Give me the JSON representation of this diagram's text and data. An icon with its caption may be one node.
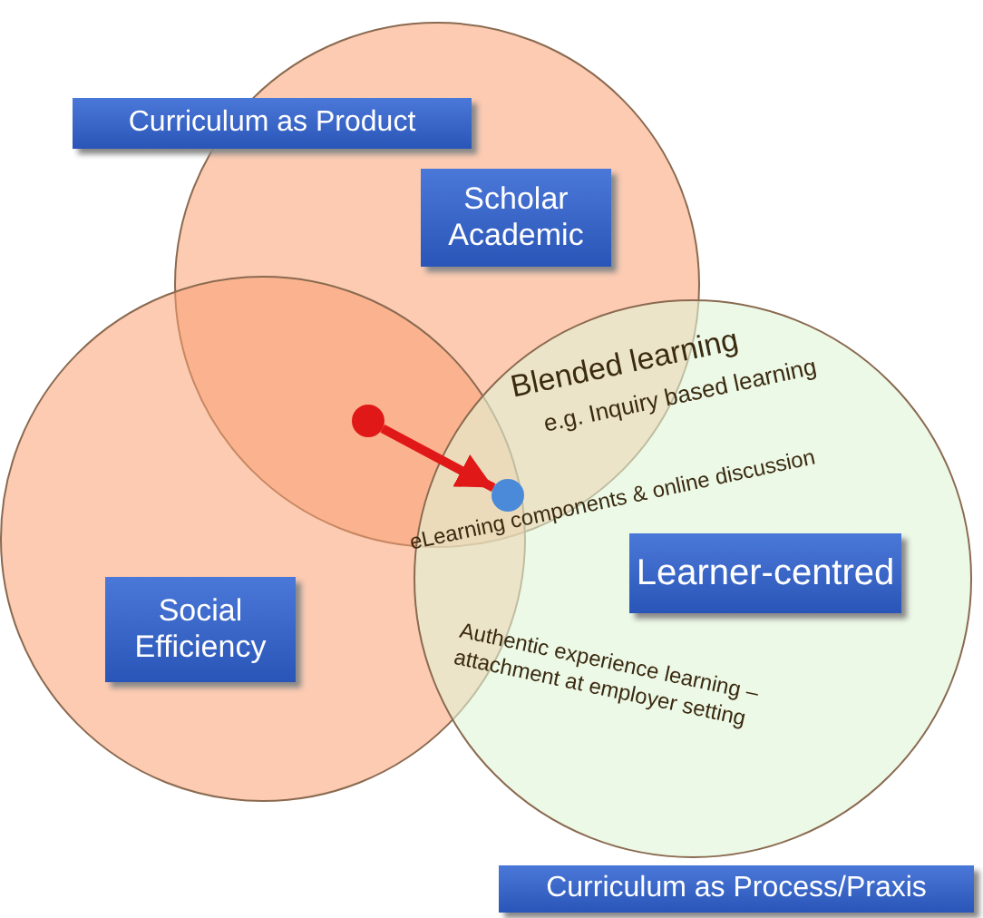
{
  "diagram": {
    "nodes": [
      {
        "text": [],
        "shape": "circle"
      },
      {
        "text": [],
        "shape": "circle"
      },
      {
        "text": [],
        "shape": "circle"
      },
      {
        "text": [
          "Curriculum as Product"
        ]
      },
      {
        "text": [
          "Scholar Academic"
        ],
        "in": 0
      },
      {
        "text": [
          "Social Efficiency"
        ],
        "in": 1
      },
      {
        "text": [
          "Learner-centred"
        ],
        "in": 2
      },
      {
        "text": [
          "Curriculum as Process/Praxis"
        ]
      },
      {
        "text": [],
        "shape": "circle"
      },
      {
        "text": [],
        "shape": "circle"
      }
    ],
    "edges": [
      {
        "from": 8,
        "to": 9,
        "arrow": "to"
      }
    ],
    "labels": [
      "Blended learning",
      "e.g. Inquiry based learning",
      "eLearning components & online discussion",
      "Authentic experience learning – attachment at employer setting"
    ]
  }
}
